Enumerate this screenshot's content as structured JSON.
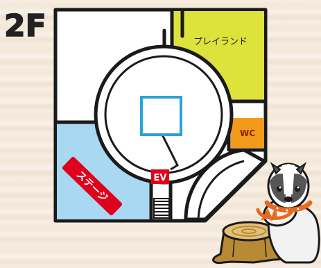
{
  "floor": {
    "label": "2F"
  },
  "areas": {
    "play_land": {
      "label": "プレイランド",
      "color": "#dde33a"
    },
    "stage": {
      "label": "ステージ",
      "color": "#a9d8f2"
    },
    "wc": {
      "label": "WC",
      "color": "#f39a1a"
    },
    "ev": {
      "label": "EV",
      "color": "#e0001c"
    }
  },
  "colors": {
    "wall": "#1a1a1a",
    "floor": "#ffffff",
    "pillar": "#2aa3d6",
    "background": "#f5ece0"
  },
  "icons": {
    "mascot": "badger-mascot-icon",
    "stump": "tree-stump-icon",
    "stairs": "stairs-icon"
  }
}
